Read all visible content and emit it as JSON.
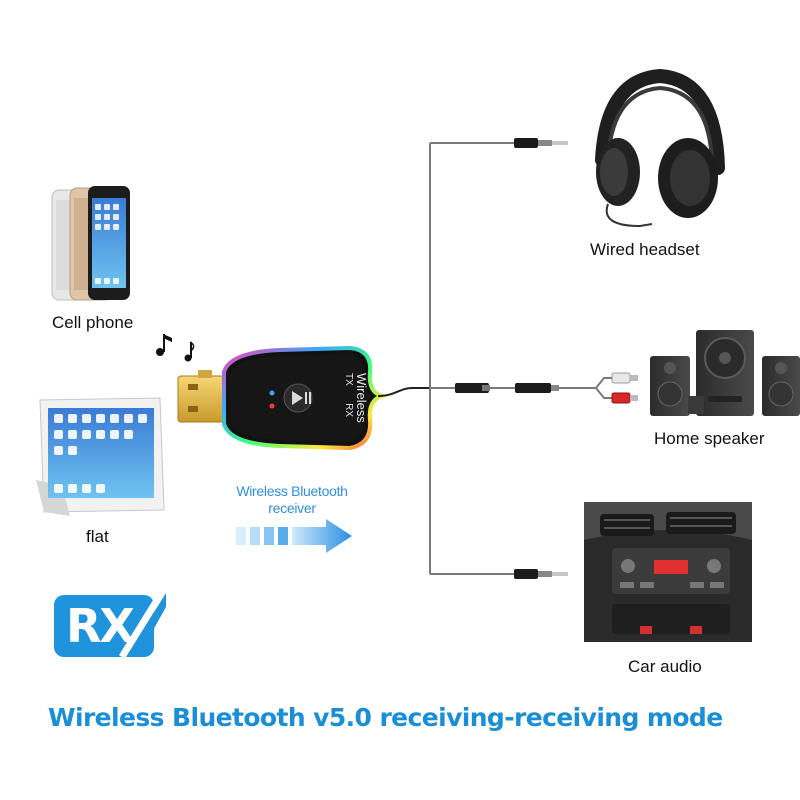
{
  "devices": {
    "cell_phone": "Cell phone",
    "flat": "flat",
    "wired_headset": "Wired headset",
    "home_speaker": "Home speaker",
    "car_audio": "Car audio"
  },
  "receiver": {
    "label_line1": "Wireless Bluetooth",
    "label_line2": "receiver",
    "body_text_main": "Wireless",
    "body_text_tx": "TX",
    "body_text_rx": "RX"
  },
  "badge": {
    "text": "RX"
  },
  "caption": "Wireless Bluetooth v5.0 receiving-receiving mode",
  "colors": {
    "accent_blue": "#1a8fd8",
    "arrow_blue": "#2f8fe0",
    "badge_blue": "#1f93dc"
  }
}
